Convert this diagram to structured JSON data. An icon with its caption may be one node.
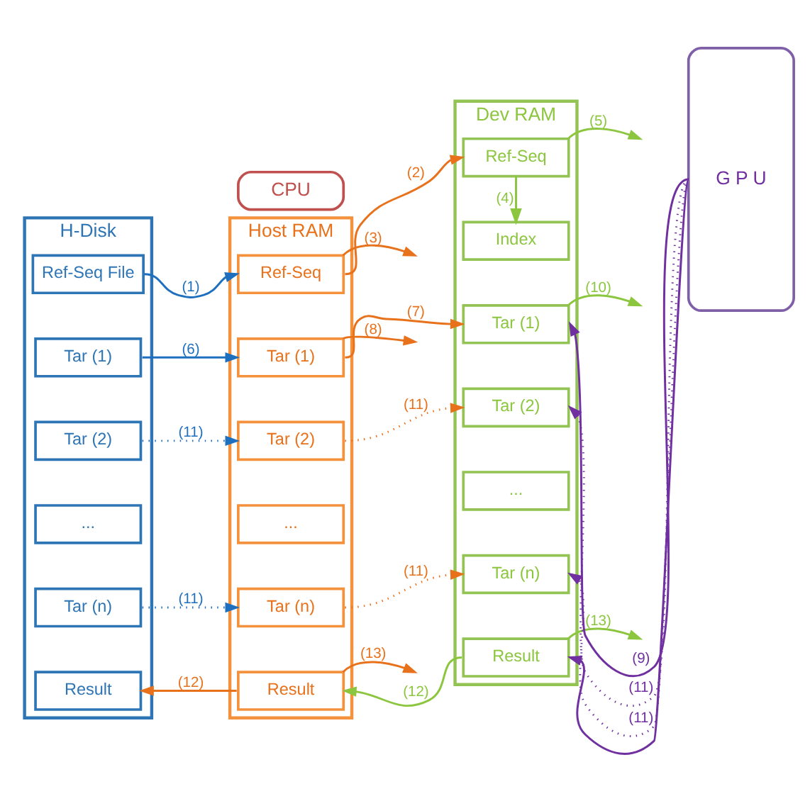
{
  "diagram": {
    "nodes": [
      {
        "text": [
          "H-Disk"
        ]
      },
      {
        "text": [
          "Ref-Seq File"
        ],
        "in": 0
      },
      {
        "text": [
          "Tar (1)"
        ],
        "in": 0
      },
      {
        "text": [
          "Tar (2)"
        ],
        "in": 0
      },
      {
        "text": [
          "..."
        ],
        "in": 0
      },
      {
        "text": [
          "Tar (n)"
        ],
        "in": 0
      },
      {
        "text": [
          "Result"
        ],
        "in": 0
      },
      {
        "text": [
          "CPU"
        ]
      },
      {
        "text": [
          "Host RAM"
        ]
      },
      {
        "text": [
          "Ref-Seq"
        ],
        "in": 8
      },
      {
        "text": [
          "Tar (1)"
        ],
        "in": 8
      },
      {
        "text": [
          "Tar (2)"
        ],
        "in": 8
      },
      {
        "text": [
          "..."
        ],
        "in": 8
      },
      {
        "text": [
          "Tar (n)"
        ],
        "in": 8
      },
      {
        "text": [
          "Result"
        ],
        "in": 8
      },
      {
        "text": [
          "Dev RAM"
        ]
      },
      {
        "text": [
          "Ref-Seq"
        ],
        "in": 15
      },
      {
        "text": [
          "Index"
        ],
        "in": 15
      },
      {
        "text": [
          "Tar (1)"
        ],
        "in": 15
      },
      {
        "text": [
          "Tar (2)"
        ],
        "in": 15
      },
      {
        "text": [
          "..."
        ],
        "in": 15
      },
      {
        "text": [
          "Tar (n)"
        ],
        "in": 15
      },
      {
        "text": [
          "Result"
        ],
        "in": 15
      },
      {
        "text": [
          "G P U"
        ]
      }
    ],
    "edges": [
      {
        "from": 1,
        "to": 9,
        "arrow": "to",
        "label": "(1)",
        "color": "#1f6fbf"
      },
      {
        "from": 9,
        "to": 16,
        "arrow": "to",
        "label": "(2)",
        "color": "#e8711c"
      },
      {
        "from": 9,
        "to": null,
        "arrow": "to",
        "label": "(3)",
        "color": "#e8711c"
      },
      {
        "from": 16,
        "to": 17,
        "arrow": "to",
        "label": "(4)",
        "color": "#8cc63f"
      },
      {
        "from": 16,
        "to": null,
        "arrow": "to",
        "label": "(5)",
        "color": "#8cc63f"
      },
      {
        "from": 2,
        "to": 10,
        "arrow": "to",
        "label": "(6)",
        "color": "#1f6fbf"
      },
      {
        "from": 10,
        "to": 18,
        "arrow": "to",
        "label": "(7)",
        "color": "#e8711c"
      },
      {
        "from": 10,
        "to": null,
        "arrow": "to",
        "label": "(8)",
        "color": "#e8711c"
      },
      {
        "from": 23,
        "to": 18,
        "arrow": "to",
        "label": "(9)",
        "color": "#7030a0"
      },
      {
        "from": 23,
        "to": 22,
        "arrow": "to",
        "color": "#7030a0"
      },
      {
        "from": 18,
        "to": null,
        "arrow": "to",
        "label": "(10)",
        "color": "#8cc63f"
      },
      {
        "from": 3,
        "to": 11,
        "arrow": "to",
        "label": "(11)",
        "style": "dashed",
        "color": "#1f6fbf"
      },
      {
        "from": 5,
        "to": 13,
        "arrow": "to",
        "label": "(11)",
        "style": "dashed",
        "color": "#1f6fbf"
      },
      {
        "from": 11,
        "to": 19,
        "arrow": "to",
        "label": "(11)",
        "style": "dashed",
        "color": "#e8711c"
      },
      {
        "from": 13,
        "to": 21,
        "arrow": "to",
        "label": "(11)",
        "style": "dashed",
        "color": "#e8711c"
      },
      {
        "from": 23,
        "to": 19,
        "arrow": "to",
        "label": "(11)",
        "style": "dashed",
        "color": "#7030a0"
      },
      {
        "from": 23,
        "to": 21,
        "arrow": "to",
        "label": "(11)",
        "style": "dashed",
        "color": "#7030a0"
      },
      {
        "from": 22,
        "to": 14,
        "arrow": "to",
        "label": "(12)",
        "color": "#8cc63f"
      },
      {
        "from": 14,
        "to": 6,
        "arrow": "to",
        "label": "(12)",
        "color": "#e8711c"
      },
      {
        "from": 14,
        "to": null,
        "arrow": "to",
        "label": "(13)",
        "color": "#e8711c"
      },
      {
        "from": 22,
        "to": null,
        "arrow": "to",
        "label": "(13)",
        "color": "#8cc63f"
      }
    ]
  }
}
